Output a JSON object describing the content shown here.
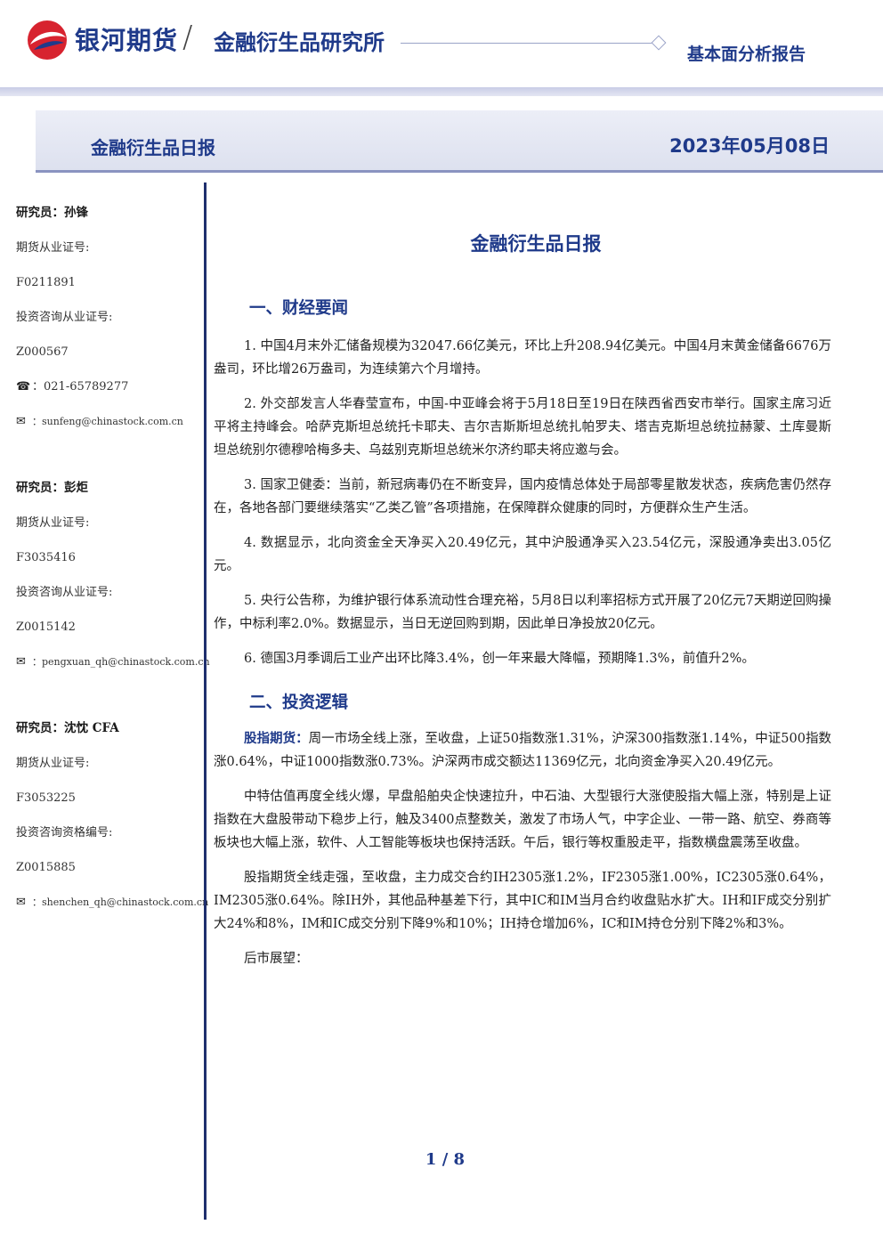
{
  "header": {
    "brand": "银河期货",
    "slash": "/",
    "institute": "金融衍生品研究所",
    "report_type": "基本面分析报告"
  },
  "banner": {
    "title": "金融衍生品日报",
    "date": "2023年05月08日"
  },
  "analysts": [
    {
      "name": "研究员：孙锋",
      "cert_label": "期货从业证号:",
      "cert_no": "F0211891",
      "consult_label": "投资咨询从业证号:",
      "consult_no": "Z000567",
      "phone": "：021-65789277",
      "email": "：sunfeng@chinastock.com.cn"
    },
    {
      "name": "研究员：彭炬",
      "cert_label": "期货从业证号:",
      "cert_no": "F3035416",
      "consult_label": "投资咨询从业证号:",
      "consult_no": "Z0015142",
      "email": "：pengxuan_qh@chinastock.com.cn"
    },
    {
      "name": "研究员：沈忱 CFA",
      "cert_label": "期货从业证号:",
      "cert_no": "F3053225",
      "consult_label": "投资咨询资格编号:",
      "consult_no": "Z0015885",
      "email": "：shenchen_qh@chinastock.com.cn"
    }
  ],
  "main": {
    "title": "金融衍生品日报",
    "section1": "一、财经要闻",
    "news": [
      "1. 中国4月末外汇储备规模为32047.66亿美元，环比上升208.94亿美元。中国4月末黄金储备6676万盎司，环比增26万盎司，为连续第六个月增持。",
      "2. 外交部发言人华春莹宣布，中国-中亚峰会将于5月18日至19日在陕西省西安市举行。国家主席习近平将主持峰会。哈萨克斯坦总统托卡耶夫、吉尔吉斯斯坦总统扎帕罗夫、塔吉克斯坦总统拉赫蒙、土库曼斯坦总统别尔德穆哈梅多夫、乌兹别克斯坦总统米尔济约耶夫将应邀与会。",
      "3. 国家卫健委：当前，新冠病毒仍在不断变异，国内疫情总体处于局部零星散发状态，疾病危害仍然存在，各地各部门要继续落实“乙类乙管”各项措施，在保障群众健康的同时，方便群众生产生活。",
      "4. 数据显示，北向资金全天净买入20.49亿元，其中沪股通净买入23.54亿元，深股通净卖出3.05亿元。",
      "5. 央行公告称，为维护银行体系流动性合理充裕，5月8日以利率招标方式开展了20亿元7天期逆回购操作，中标利率2.0%。数据显示，当日无逆回购到期，因此单日净投放20亿元。",
      "6. 德国3月季调后工业产出环比降3.4%，创一年来最大降幅，预期降1.3%，前值升2%。"
    ],
    "section2": "二、投资逻辑",
    "logic_keyword": "股指期货：",
    "logic_first": "周一市场全线上涨，至收盘，上证50指数涨1.31%，沪深300指数涨1.14%，中证500指数涨0.64%，中证1000指数涨0.73%。沪深两市成交额达11369亿元，北向资金净买入20.49亿元。",
    "logic_paras": [
      "中特估值再度全线火爆，早盘船舶央企快速拉升，中石油、大型银行大涨使股指大幅上涨，特别是上证指数在大盘股带动下稳步上行，触及3400点整数关，激发了市场人气，中字企业、一带一路、航空、券商等板块也大幅上涨，软件、人工智能等板块也保持活跃。午后，银行等权重股走平，指数横盘震荡至收盘。",
      "股指期货全线走强，至收盘，主力成交合约IH2305涨1.2%，IF2305涨1.00%，IC2305涨0.64%，IM2305涨0.64%。除IH外，其他品种基差下行，其中IC和IM当月合约收盘贴水扩大。IH和IF成交分别扩大24%和8%，IM和IC成交分别下降9%和10%；IH持仓增加6%，IC和IM持仓分别下降2%和3%。",
      "后市展望："
    ]
  },
  "footer": {
    "page": "1 / 8"
  },
  "colors": {
    "brand_blue": "#1f3a8a",
    "logo_red": "#d7232f",
    "divider": "#1f2f6e"
  },
  "icons": [
    "galaxy-logo-icon",
    "phone-icon",
    "envelope-icon"
  ]
}
